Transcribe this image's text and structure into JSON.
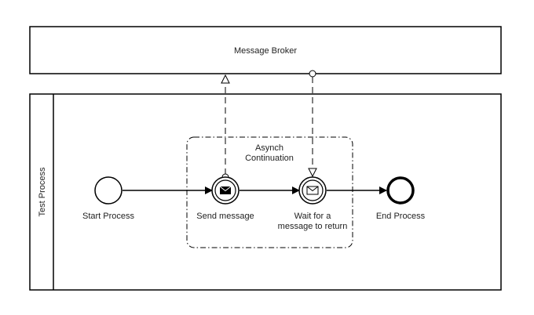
{
  "pools": {
    "broker": {
      "label": "Message Broker"
    },
    "process": {
      "label": "Test Process"
    }
  },
  "group": {
    "label_line1": "Asynch",
    "label_line2": "Continuation"
  },
  "nodes": {
    "start": {
      "label": "Start Process"
    },
    "send": {
      "label": "Send message"
    },
    "wait": {
      "label_line1": "Wait for a",
      "label_line2": "message to return"
    },
    "end": {
      "label": "End Process"
    }
  }
}
